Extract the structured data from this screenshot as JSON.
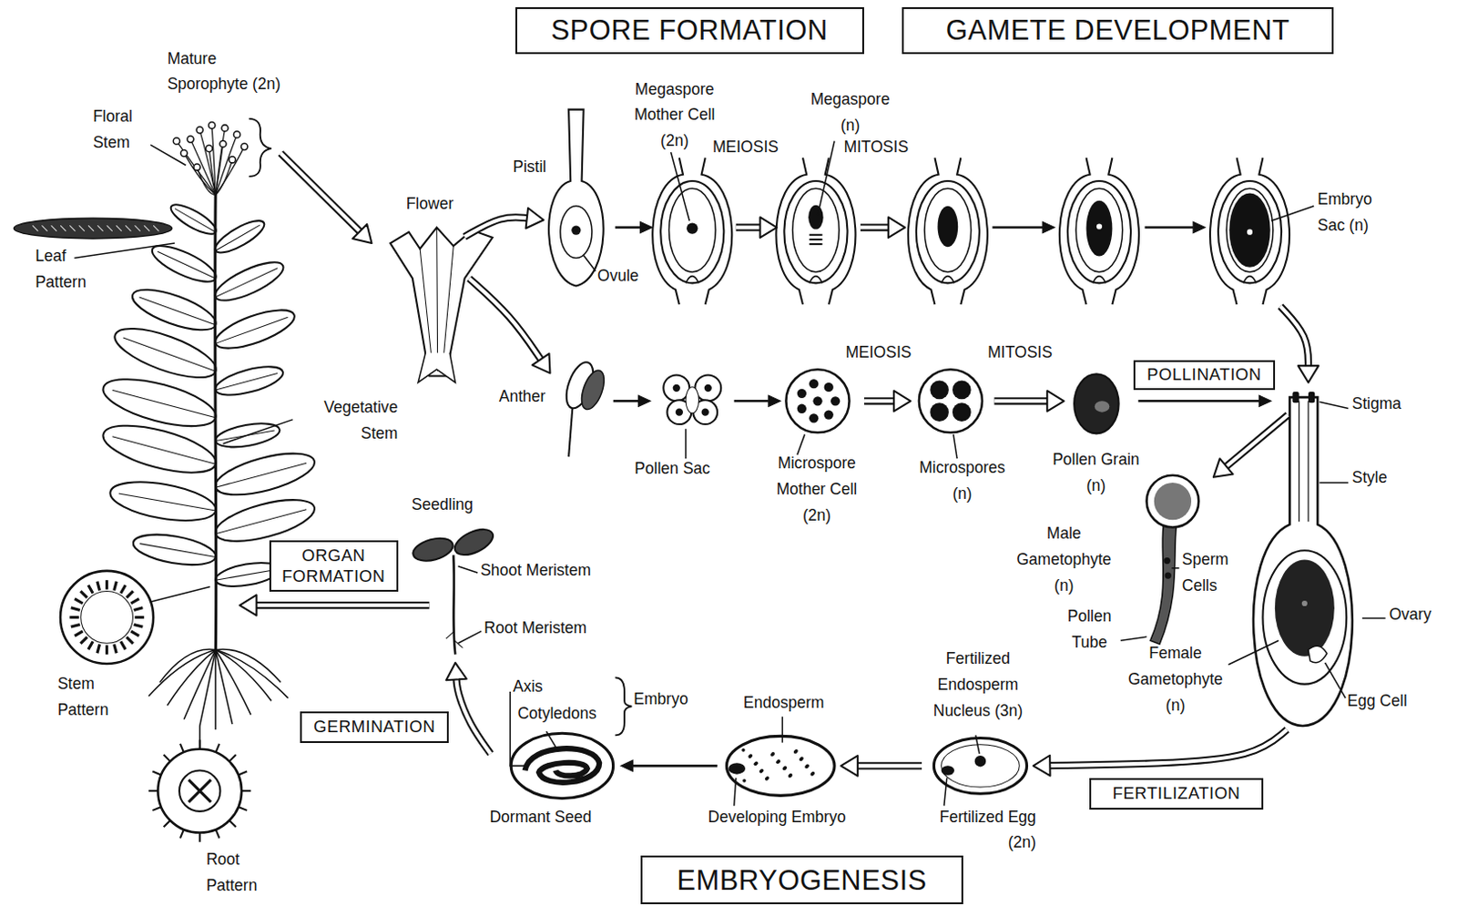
{
  "diagram": {
    "nodes": [
      {
        "text": [
          "SPORE FORMATION"
        ]
      },
      {
        "text": [
          "GAMETE DEVELOPMENT"
        ]
      },
      {
        "text": [
          "POLLINATION"
        ]
      },
      {
        "text": [
          "ORGAN FORMATION"
        ]
      },
      {
        "text": [
          "GERMINATION"
        ]
      },
      {
        "text": [
          "FERTILIZATION"
        ]
      },
      {
        "text": [
          "EMBRYOGENESIS"
        ]
      }
    ],
    "labels": [
      "Mature Sporophyte (2n)",
      "Floral Stem",
      "Leaf Pattern",
      "Vegetative Stem",
      "Flower",
      "Pistil",
      "Megaspore Mother Cell (2n)",
      "MEIOSIS",
      "Megaspore (n)",
      "MITOSIS",
      "Ovule",
      "Embryo Sac (n)",
      "Anther",
      "Pollen Sac",
      "Microspore Mother Cell (2n)",
      "MEIOSIS",
      "Microspores (n)",
      "MITOSIS",
      "Pollen Grain (n)",
      "Stigma",
      "Style",
      "Ovary",
      "Egg Cell",
      "Female Gametophyte (n)",
      "Male Gametophyte (n)",
      "Sperm Cells",
      "Pollen Tube",
      "Seedling",
      "Shoot Meristem",
      "Root Meristem",
      "Stem Pattern",
      "Root Pattern",
      "Axis",
      "Cotyledons",
      "Embryo",
      "Endosperm",
      "Fertilized Endosperm Nucleus (3n)",
      "Dormant Seed",
      "Developing Embryo",
      "Fertilized Egg (2n)"
    ]
  }
}
